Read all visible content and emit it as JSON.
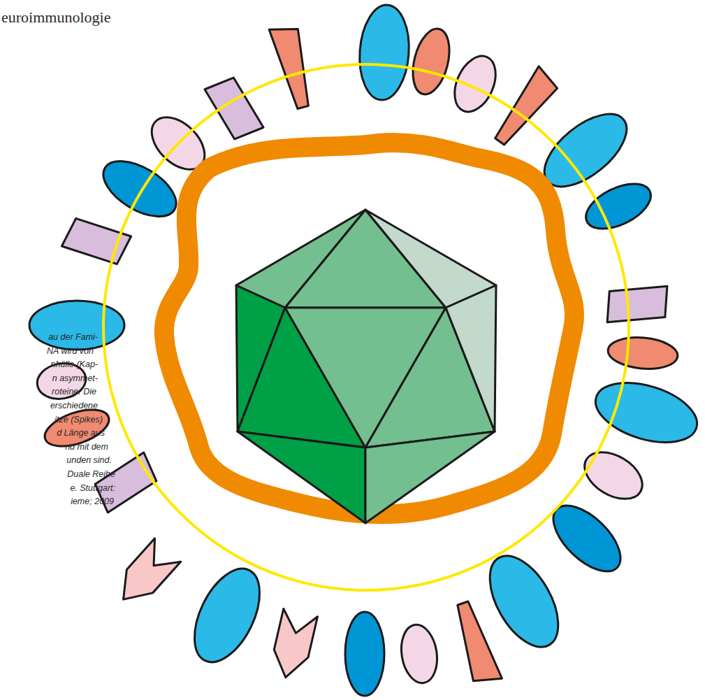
{
  "diagram": {
    "labels": [
      "euroimmunologie",
      "au der Fami-",
      "NA wird von",
      "nhülle (Kap-",
      "n asymmet-",
      "roteine. Die",
      "erschiedene",
      "itze (Spikes)",
      "d Länge aus",
      "nd mit dem",
      "unden sind.",
      "Duale Reihe",
      "e. Stuttgart:",
      "ieme; 2009"
    ]
  }
}
